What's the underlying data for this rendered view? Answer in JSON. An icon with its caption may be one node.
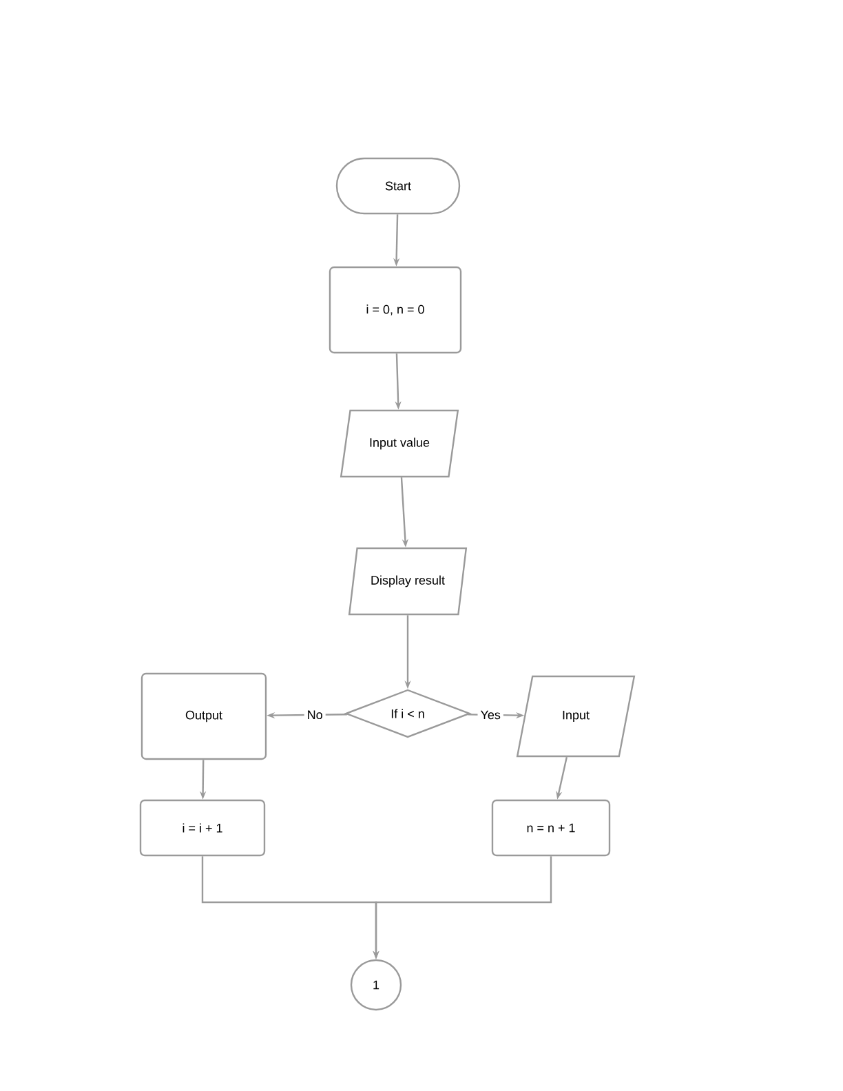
{
  "diagram": {
    "nodes": [
      {
        "text": [
          "Start"
        ]
      },
      {
        "text": [
          "i = 0, n = 0"
        ]
      },
      {
        "text": [
          "Input value"
        ]
      },
      {
        "text": [
          "Display result"
        ]
      },
      {
        "text": [
          "If i < n"
        ]
      },
      {
        "text": [
          "Output"
        ]
      },
      {
        "text": [
          "Input"
        ]
      },
      {
        "text": [
          "i = i + 1"
        ]
      },
      {
        "text": [
          "n = n + 1"
        ]
      },
      {
        "text": [
          "1"
        ]
      }
    ],
    "edges": [
      {
        "from": 0,
        "to": 1,
        "arrow": "to"
      },
      {
        "from": 1,
        "to": 2,
        "arrow": "to"
      },
      {
        "from": 2,
        "to": 3,
        "arrow": "to"
      },
      {
        "from": 3,
        "to": 4,
        "arrow": "to"
      },
      {
        "from": 4,
        "to": 5,
        "arrow": "to",
        "label": "No"
      },
      {
        "from": 4,
        "to": 6,
        "arrow": "to",
        "label": "Yes"
      },
      {
        "from": 5,
        "to": 7,
        "arrow": "to"
      },
      {
        "from": 6,
        "to": 8,
        "arrow": "to"
      },
      {
        "from": 7,
        "to": 9,
        "arrow": "to"
      },
      {
        "from": 8,
        "to": 9,
        "arrow": "to"
      }
    ]
  }
}
